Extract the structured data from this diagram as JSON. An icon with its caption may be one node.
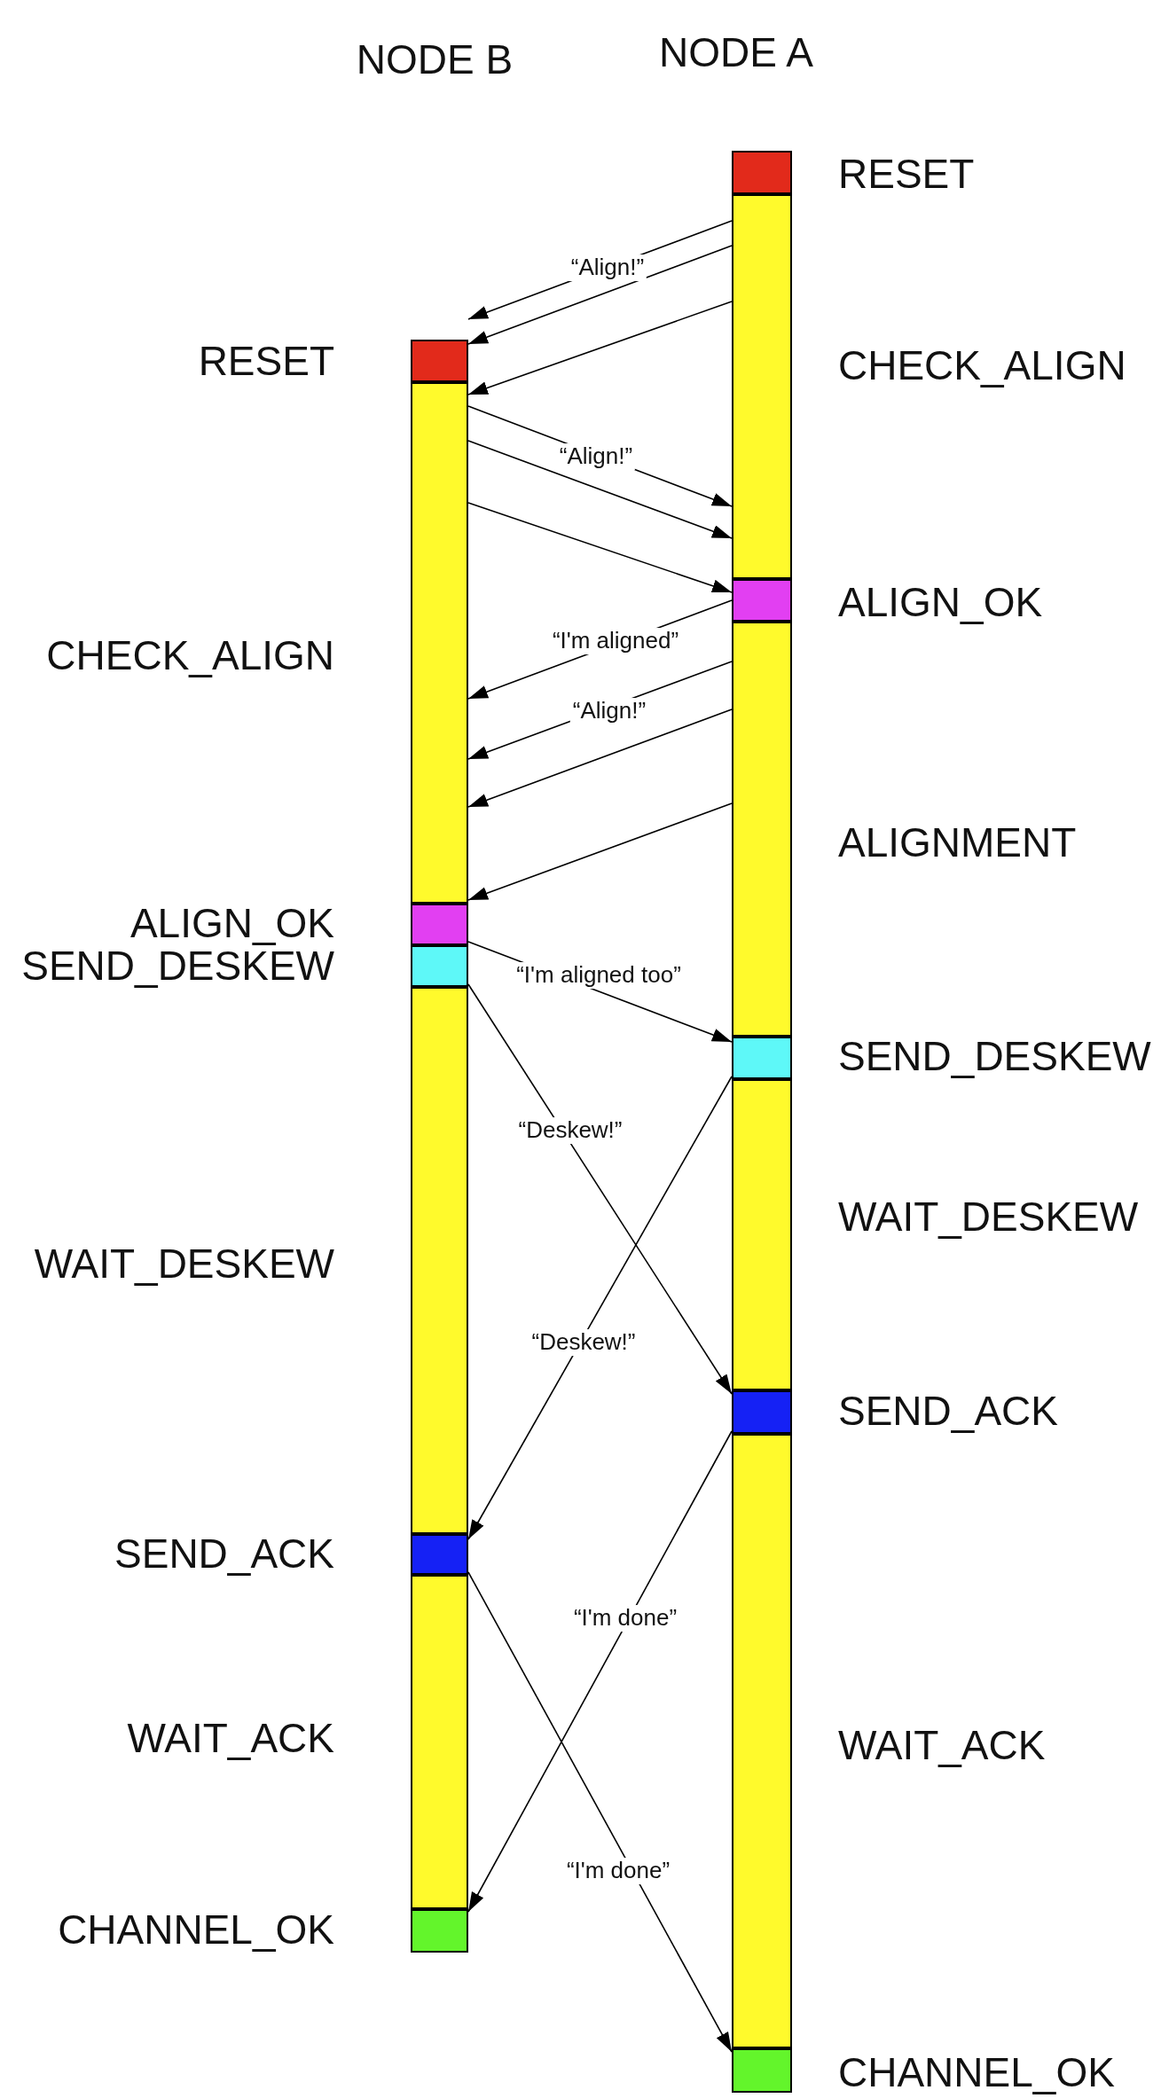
{
  "diagram": {
    "nodes": [
      {
        "text": [
          "NODE B"
        ]
      },
      {
        "text": [],
        "shape": "bar",
        "in": 0,
        "beside": [
          "RESET"
        ]
      },
      {
        "text": [],
        "shape": "bar",
        "in": 0,
        "beside": [
          "CHECK_ALIGN"
        ]
      },
      {
        "text": [],
        "shape": "bar",
        "in": 0,
        "beside": [
          "ALIGN_OK"
        ]
      },
      {
        "text": [],
        "shape": "bar",
        "in": 0,
        "beside": [
          "SEND_DESKEW"
        ]
      },
      {
        "text": [],
        "shape": "bar",
        "in": 0,
        "beside": [
          "WAIT_DESKEW"
        ]
      },
      {
        "text": [],
        "shape": "bar",
        "in": 0,
        "beside": [
          "SEND_ACK"
        ]
      },
      {
        "text": [],
        "shape": "bar",
        "in": 0,
        "beside": [
          "WAIT_ACK"
        ]
      },
      {
        "text": [],
        "shape": "bar",
        "in": 0,
        "beside": [
          "CHANNEL_OK"
        ]
      },
      {
        "text": [
          "NODE A"
        ]
      },
      {
        "text": [],
        "shape": "bar",
        "in": 9,
        "beside": [
          "RESET"
        ]
      },
      {
        "text": [],
        "shape": "bar",
        "in": 9,
        "beside": [
          "CHECK_ALIGN"
        ]
      },
      {
        "text": [],
        "shape": "bar",
        "in": 9,
        "beside": [
          "ALIGN_OK"
        ]
      },
      {
        "text": [],
        "shape": "bar",
        "in": 9,
        "beside": [
          "ALIGNMENT"
        ]
      },
      {
        "text": [],
        "shape": "bar",
        "in": 9,
        "beside": [
          "SEND_DESKEW"
        ]
      },
      {
        "text": [],
        "shape": "bar",
        "in": 9,
        "beside": [
          "WAIT_DESKEW"
        ]
      },
      {
        "text": [],
        "shape": "bar",
        "in": 9,
        "beside": [
          "SEND_ACK"
        ]
      },
      {
        "text": [],
        "shape": "bar",
        "in": 9,
        "beside": [
          "WAIT_ACK"
        ]
      },
      {
        "text": [],
        "shape": "bar",
        "in": 9,
        "beside": [
          "CHANNEL_OK"
        ]
      }
    ],
    "edges": [
      {
        "from": 11,
        "to": 0,
        "arrow": "to",
        "label": "“Align!”"
      },
      {
        "from": 11,
        "to": 1,
        "arrow": "to"
      },
      {
        "from": 11,
        "to": 2,
        "arrow": "to"
      },
      {
        "from": 2,
        "to": 11,
        "arrow": "to",
        "label": "“Align!”"
      },
      {
        "from": 2,
        "to": 11,
        "arrow": "to"
      },
      {
        "from": 2,
        "to": 12,
        "arrow": "to"
      },
      {
        "from": 12,
        "to": 2,
        "arrow": "to",
        "label": "“I'm aligned”"
      },
      {
        "from": 13,
        "to": 2,
        "arrow": "to",
        "label": "“Align!”"
      },
      {
        "from": 13,
        "to": 2,
        "arrow": "to"
      },
      {
        "from": 13,
        "to": 2,
        "arrow": "to"
      },
      {
        "from": 3,
        "to": 14,
        "arrow": "to",
        "label": "“I'm aligned too”"
      },
      {
        "from": 4,
        "to": 16,
        "arrow": "to",
        "label": "“Deskew!”"
      },
      {
        "from": 14,
        "to": 6,
        "arrow": "to",
        "label": "“Deskew!”"
      },
      {
        "from": 16,
        "to": 8,
        "arrow": "to",
        "label": "“I'm done”"
      },
      {
        "from": 6,
        "to": 18,
        "arrow": "to",
        "label": "“I'm done”"
      }
    ]
  }
}
